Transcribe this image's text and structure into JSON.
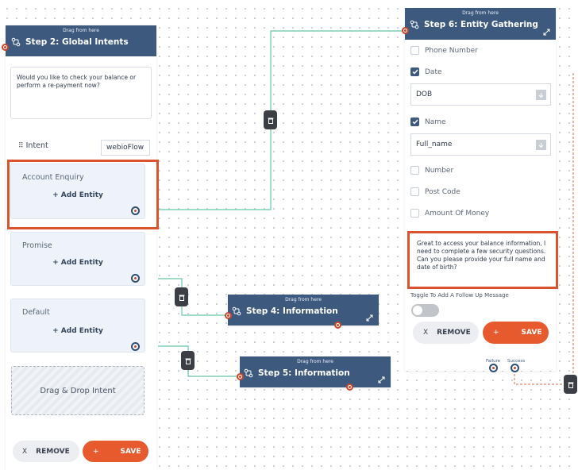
{
  "common": {
    "drag_label": "Drag from here"
  },
  "step2": {
    "title": "Step 2: Global Intents",
    "message": "Would you like to check your balance or perform a re-payment now?",
    "intent_label": "Intent",
    "intent_value": "webioFlow",
    "cards": [
      {
        "label": "Account Enquiry",
        "add": "+ Add Entity"
      },
      {
        "label": "Promise",
        "add": "+ Add Entity"
      },
      {
        "label": "Default",
        "add": "+ Add Entity"
      }
    ],
    "drop_zone": "Drag & Drop Intent",
    "remove_label": "REMOVE",
    "save_label": "SAVE",
    "remove_glyph": "X",
    "save_glyph": "+"
  },
  "step4": {
    "title": "Step 4: Information"
  },
  "step5": {
    "title": "Step 5: Information"
  },
  "step6": {
    "title": "Step 6: Entity Gathering",
    "entities": [
      {
        "label": "Phone Number",
        "checked": false
      },
      {
        "label": "Date",
        "checked": true,
        "field_value": "DOB"
      },
      {
        "label": "Name",
        "checked": true,
        "field_value": "Full_name"
      },
      {
        "label": "Number",
        "checked": false
      },
      {
        "label": "Post Code",
        "checked": false
      },
      {
        "label": "Amount Of Money",
        "checked": false
      }
    ],
    "message": "Great to access your balance information, I need to complete a few security questions. Can you please provide your full name and date of birth?",
    "toggle_label": "Toggle To Add A Follow Up Message",
    "toggle_on": false,
    "remove_label": "REMOVE",
    "save_label": "SAVE",
    "remove_glyph": "X",
    "save_glyph": "+",
    "failure_label": "Failure",
    "success_label": "Success"
  },
  "colors": {
    "header": "#3d5a7e",
    "accent": "#e75a2e",
    "edge": "#64c7a6",
    "highlight": "#d9532c"
  }
}
